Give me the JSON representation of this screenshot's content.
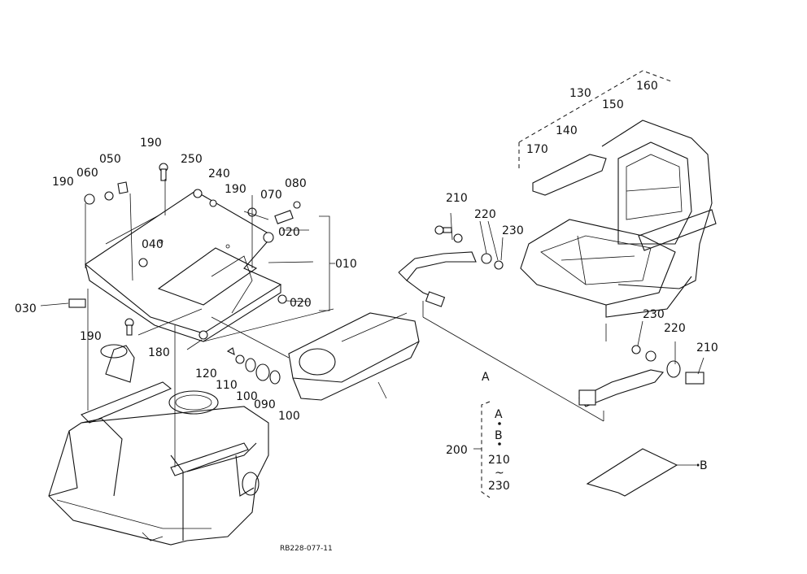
{
  "labels": {
    "l010": "010",
    "l020": "020",
    "l030": "030",
    "l040": "040",
    "l050": "050",
    "l060": "060",
    "l070": "070",
    "l080": "080",
    "l090": "090",
    "l100": "100",
    "l110": "110",
    "l120": "120",
    "l130": "130",
    "l140": "140",
    "l150": "150",
    "l160": "160",
    "l170": "170",
    "l180": "180",
    "l190": "190",
    "l200": "200",
    "l210": "210",
    "l220": "220",
    "l230": "230",
    "l240": "240",
    "l250": "250",
    "a": "A",
    "b": "B",
    "tilde": "~"
  },
  "drawing_number": "RB228-077-11"
}
